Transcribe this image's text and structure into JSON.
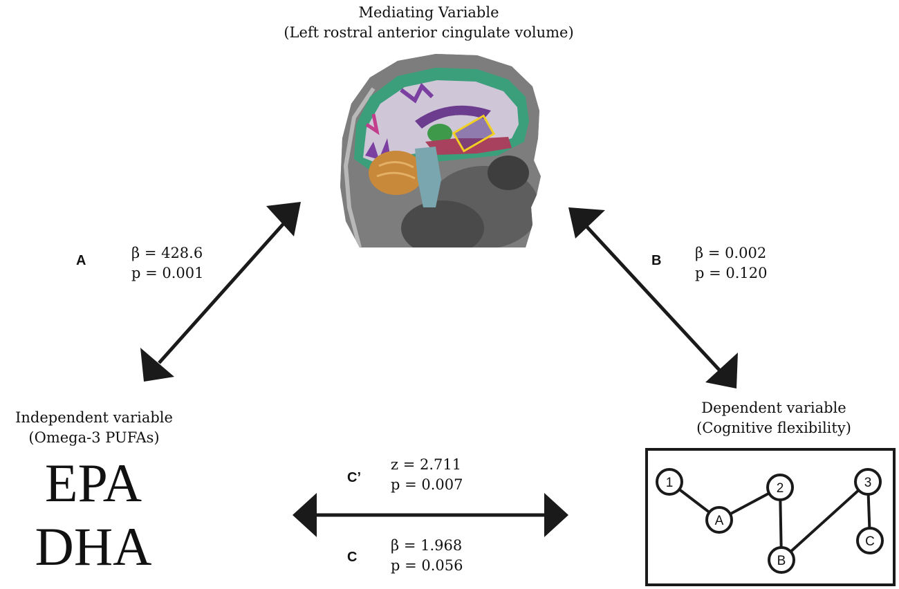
{
  "mediator": {
    "title": "Mediating Variable",
    "subtitle": "(Left rostral anterior cingulate volume)"
  },
  "independent": {
    "title": "Independent variable",
    "subtitle": "(Omega-3 PUFAs)",
    "items": [
      "EPA",
      "DHA"
    ]
  },
  "dependent": {
    "title": "Dependent variable",
    "subtitle": "(Cognitive flexibility)",
    "trail_nodes": [
      "1",
      "A",
      "2",
      "B",
      "3",
      "C"
    ]
  },
  "paths": {
    "a": {
      "label": "A",
      "beta": "β = 428.6",
      "p": "p = 0.001"
    },
    "b": {
      "label": "B",
      "beta": "β = 0.002",
      "p": "p = 0.120"
    },
    "c_prime": {
      "label": "C’",
      "stat": "z = 2.711",
      "p": "p = 0.007"
    },
    "c": {
      "label": "C",
      "beta": "β = 1.968",
      "p": "p = 0.056"
    }
  },
  "colors": {
    "arrow": "#1a1a1a",
    "highlight_box": "#f2d021",
    "cortex_green": "#3a9f7a",
    "white_matter": "#cfc6d8",
    "cerebellum": "#c8893a",
    "brainstem": "#7aa6b0"
  }
}
